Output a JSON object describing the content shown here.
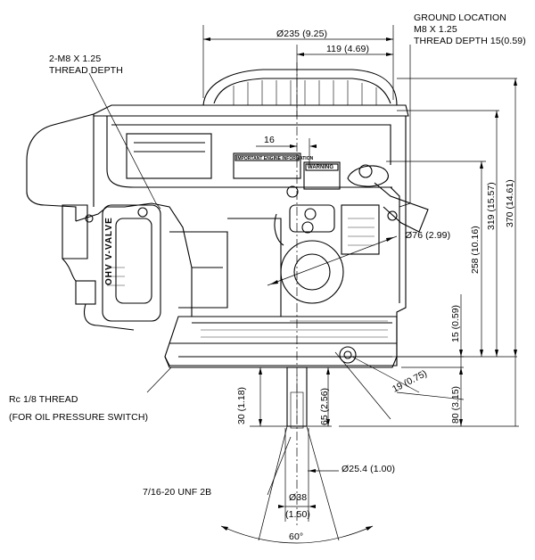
{
  "callouts": {
    "ground_location": [
      "GROUND LOCATION",
      "M8 X 1.25",
      "THREAD DEPTH 15(0.59)"
    ],
    "mounting_holes": [
      "2-M8 X 1.25",
      "THREAD DEPTH"
    ],
    "oil_port": [
      "Rc 1/8 THREAD",
      "(FOR OIL PRESSURE SWITCH)"
    ],
    "shaft_thread": "7/16-20 UNF 2B"
  },
  "dimensions": {
    "overall_width": "Ø235  (9.25)",
    "center_to_edge": "119  (4.69)",
    "offset_16": "16",
    "head_diameter": "Ø76  (2.99)",
    "height_370": "370  (14.61)",
    "height_319": "319  (15.57)",
    "height_258": "258  (10.16)",
    "height_15": "15  (0.59)",
    "height_80": "80  (3.15)",
    "height_65": "65  (2.56)",
    "height_30": "30  (1.18)",
    "offset_19": "19  (0.75)",
    "shaft_diameter": "Ø25.4  (1.00)",
    "shaft_end_dia": "Ø38",
    "shaft_end_dia_in": "(1.50)",
    "angle": "60°"
  },
  "engine_labels": {
    "info_plate": "IMPORTANT ENGINE INFORMATION",
    "warning_plate": "WARNING",
    "valve_badge": "OHV V-VALVE"
  }
}
